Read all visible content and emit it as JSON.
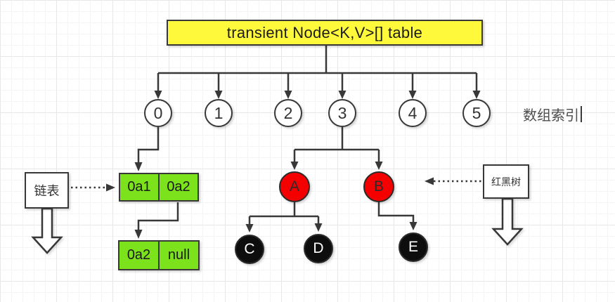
{
  "title": {
    "label": "transient Node<K,V>[] table"
  },
  "array": {
    "caption": "数组索引",
    "indices": [
      "0",
      "1",
      "2",
      "3",
      "4",
      "5"
    ]
  },
  "linked_list": {
    "label": "链表",
    "boxes": [
      {
        "cells": [
          "0a1",
          "0a2"
        ]
      },
      {
        "cells": [
          "0a2",
          "null"
        ]
      }
    ]
  },
  "rb_tree": {
    "label": "红黑树",
    "red_nodes": [
      "A",
      "B"
    ],
    "black_nodes": [
      "C",
      "D",
      "E"
    ]
  },
  "colors": {
    "title_fill": "#FFF93B",
    "list_fill": "#7CE21C",
    "red_node": "#F50000",
    "black_node": "#0d0d0d",
    "stroke": "#383838",
    "grid_minor": "#f4f4f4",
    "grid_major": "#e7e7e7"
  }
}
